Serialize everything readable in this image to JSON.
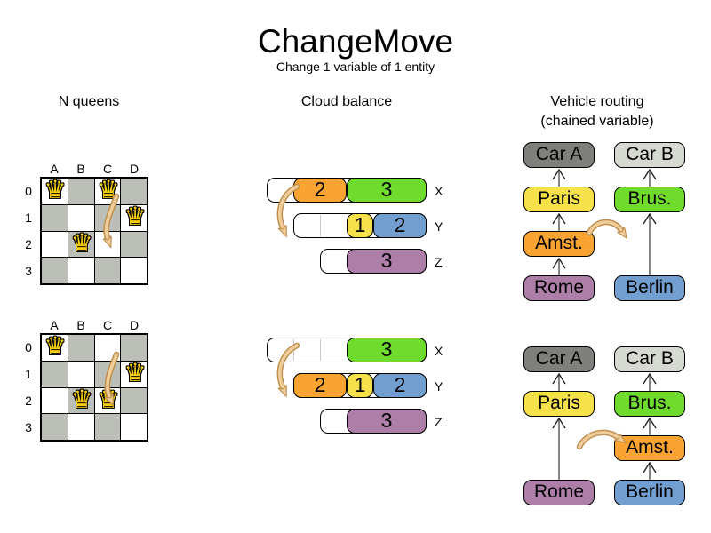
{
  "title": "ChangeMove",
  "subtitle": "Change 1 variable of 1 entity",
  "colors": {
    "board_gray": "#bcbfb7",
    "queen_gold": "#f6ce10",
    "orange": "#f9a333",
    "green": "#6fdb2c",
    "yellow": "#f7e14b",
    "blue": "#729fcf",
    "purple": "#ad7fa8",
    "car_dark": "#7f807c",
    "car_light": "#d6d9d1",
    "arrow_tan_light": "#efce9c",
    "arrow_tan_dark": "#c08f4e",
    "chain_line_gray": "#5e5e5e"
  },
  "nqueens": {
    "title": "N queens",
    "col_labels": [
      "A",
      "B",
      "C",
      "D"
    ],
    "row_labels": [
      "0",
      "1",
      "2",
      "3"
    ],
    "queen_glyph": "♛",
    "boards": [
      {
        "name": "before",
        "queens": [
          {
            "col": 0,
            "row": 0
          },
          {
            "col": 2,
            "row": 0
          },
          {
            "col": 3,
            "row": 1
          },
          {
            "col": 1,
            "row": 2
          }
        ]
      },
      {
        "name": "after",
        "queens": [
          {
            "col": 0,
            "row": 0
          },
          {
            "col": 3,
            "row": 1
          },
          {
            "col": 1,
            "row": 2
          },
          {
            "col": 2,
            "row": 2
          }
        ]
      }
    ]
  },
  "cloud": {
    "title": "Cloud balance",
    "groups": [
      {
        "name": "before",
        "rows": [
          {
            "label": "X",
            "offset": 0,
            "capacity": 6,
            "segments": [
              {
                "units": 1
              },
              {
                "units": 2,
                "value": "2",
                "color": "orange"
              },
              {
                "units": 3,
                "value": "3",
                "color": "green"
              }
            ]
          },
          {
            "label": "Y",
            "offset": 1,
            "capacity": 5,
            "segments": [
              {
                "units": 2
              },
              {
                "units": 1,
                "value": "1",
                "color": "yellow"
              },
              {
                "units": 2,
                "value": "2",
                "color": "blue"
              }
            ]
          },
          {
            "label": "Z",
            "offset": 2,
            "capacity": 4,
            "segments": [
              {
                "units": 1
              },
              {
                "units": 3,
                "value": "3",
                "color": "purple"
              }
            ]
          }
        ]
      },
      {
        "name": "after",
        "rows": [
          {
            "label": "X",
            "offset": 0,
            "capacity": 6,
            "segments": [
              {
                "units": 3
              },
              {
                "units": 3,
                "value": "3",
                "color": "green"
              }
            ]
          },
          {
            "label": "Y",
            "offset": 1,
            "capacity": 5,
            "segments": [
              {
                "units": 2,
                "value": "2",
                "color": "orange"
              },
              {
                "units": 1,
                "value": "1",
                "color": "yellow"
              },
              {
                "units": 2,
                "value": "2",
                "color": "blue"
              }
            ]
          },
          {
            "label": "Z",
            "offset": 2,
            "capacity": 4,
            "segments": [
              {
                "units": 1
              },
              {
                "units": 3,
                "value": "3",
                "color": "purple"
              }
            ]
          }
        ]
      }
    ]
  },
  "vehicle": {
    "title_line1": "Vehicle routing",
    "title_line2": "(chained variable)",
    "groups": [
      {
        "name": "before",
        "nodes": [
          {
            "label": "Car A",
            "color": "car_dark",
            "col": 0,
            "slot": 0
          },
          {
            "label": "Car B",
            "color": "car_light",
            "col": 1,
            "slot": 0
          },
          {
            "label": "Paris",
            "color": "yellow",
            "col": 0,
            "slot": 1
          },
          {
            "label": "Brus.",
            "color": "green",
            "col": 1,
            "slot": 1
          },
          {
            "label": "Amst.",
            "color": "orange",
            "col": 0,
            "slot": 2
          },
          {
            "label": "Rome",
            "color": "purple",
            "col": 0,
            "slot": 3
          },
          {
            "label": "Berlin",
            "color": "blue",
            "col": 1,
            "slot": 3
          }
        ],
        "chains": [
          [
            0,
            1,
            2,
            3
          ],
          [
            0,
            1,
            3
          ]
        ]
      },
      {
        "name": "after",
        "nodes": [
          {
            "label": "Car A",
            "color": "car_dark",
            "col": 0,
            "slot": 0
          },
          {
            "label": "Car B",
            "color": "car_light",
            "col": 1,
            "slot": 0
          },
          {
            "label": "Paris",
            "color": "yellow",
            "col": 0,
            "slot": 1
          },
          {
            "label": "Brus.",
            "color": "green",
            "col": 1,
            "slot": 1
          },
          {
            "label": "Amst.",
            "color": "orange",
            "col": 1,
            "slot": 2
          },
          {
            "label": "Rome",
            "color": "purple",
            "col": 0,
            "slot": 3
          },
          {
            "label": "Berlin",
            "color": "blue",
            "col": 1,
            "slot": 3
          }
        ],
        "chains": [
          [
            0,
            1,
            3
          ],
          [
            0,
            1,
            2,
            3
          ]
        ]
      }
    ]
  }
}
